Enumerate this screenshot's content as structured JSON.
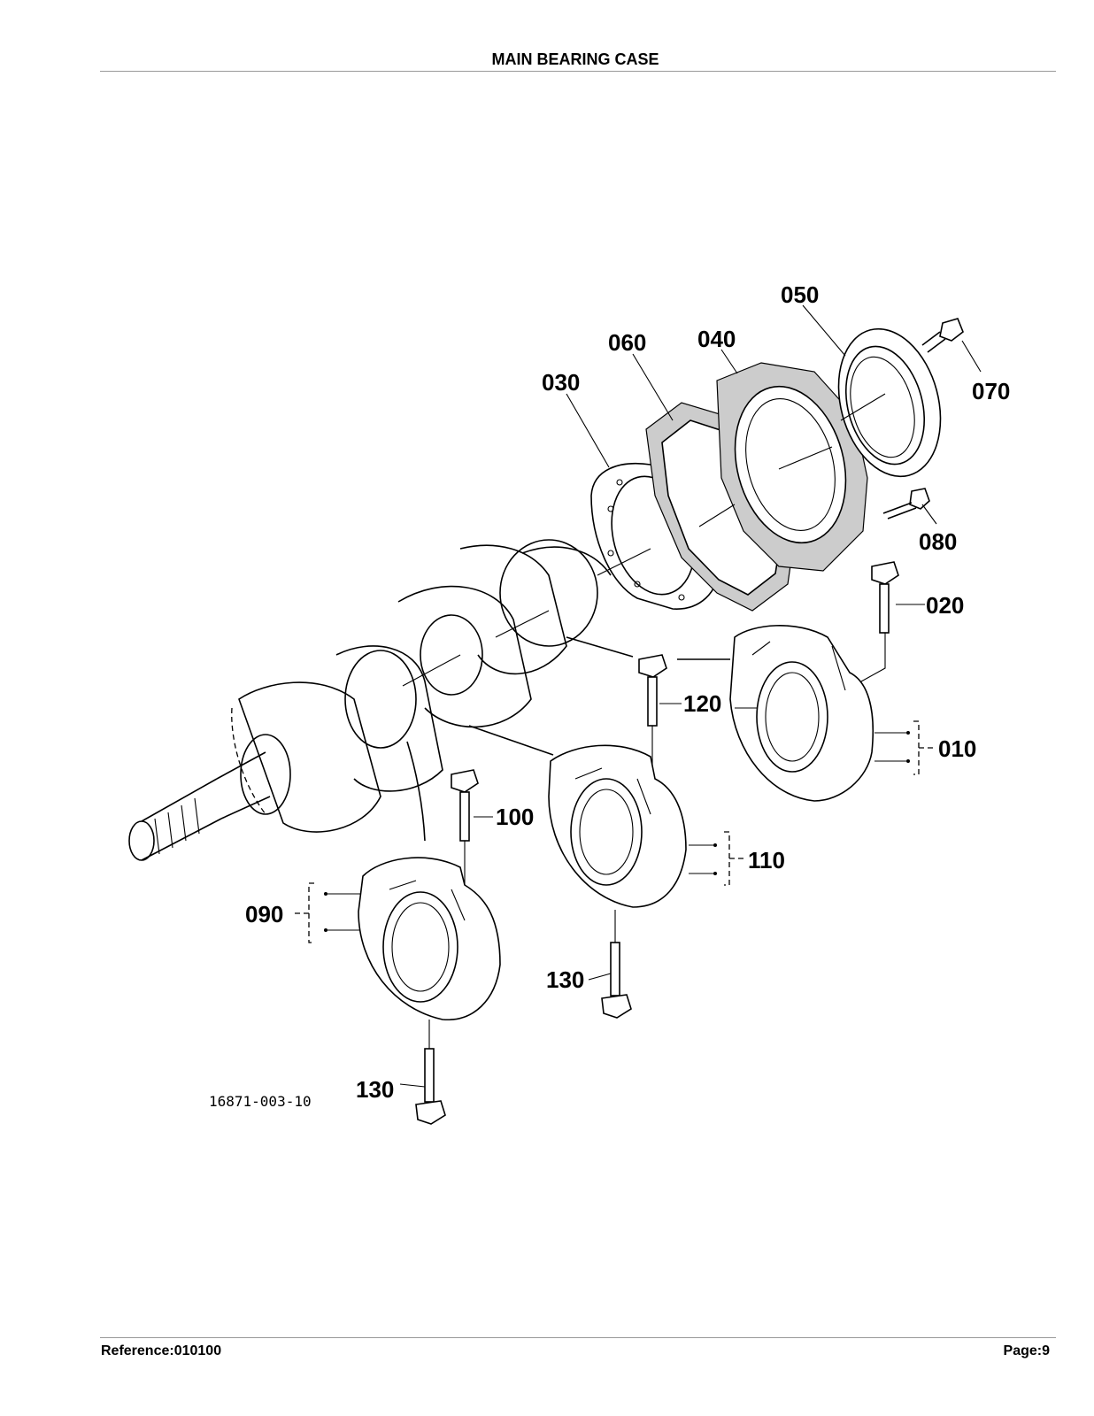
{
  "header": {
    "title": "MAIN BEARING CASE"
  },
  "diagram": {
    "drawing_number": "16871-003-10",
    "callouts": {
      "c010": "010",
      "c020": "020",
      "c030": "030",
      "c040": "040",
      "c050": "050",
      "c060": "060",
      "c070": "070",
      "c080": "080",
      "c090": "090",
      "c100": "100",
      "c110": "110",
      "c120": "120",
      "c130a": "130",
      "c130b": "130"
    }
  },
  "footer": {
    "reference": "Reference:010100",
    "page": "Page:9"
  }
}
